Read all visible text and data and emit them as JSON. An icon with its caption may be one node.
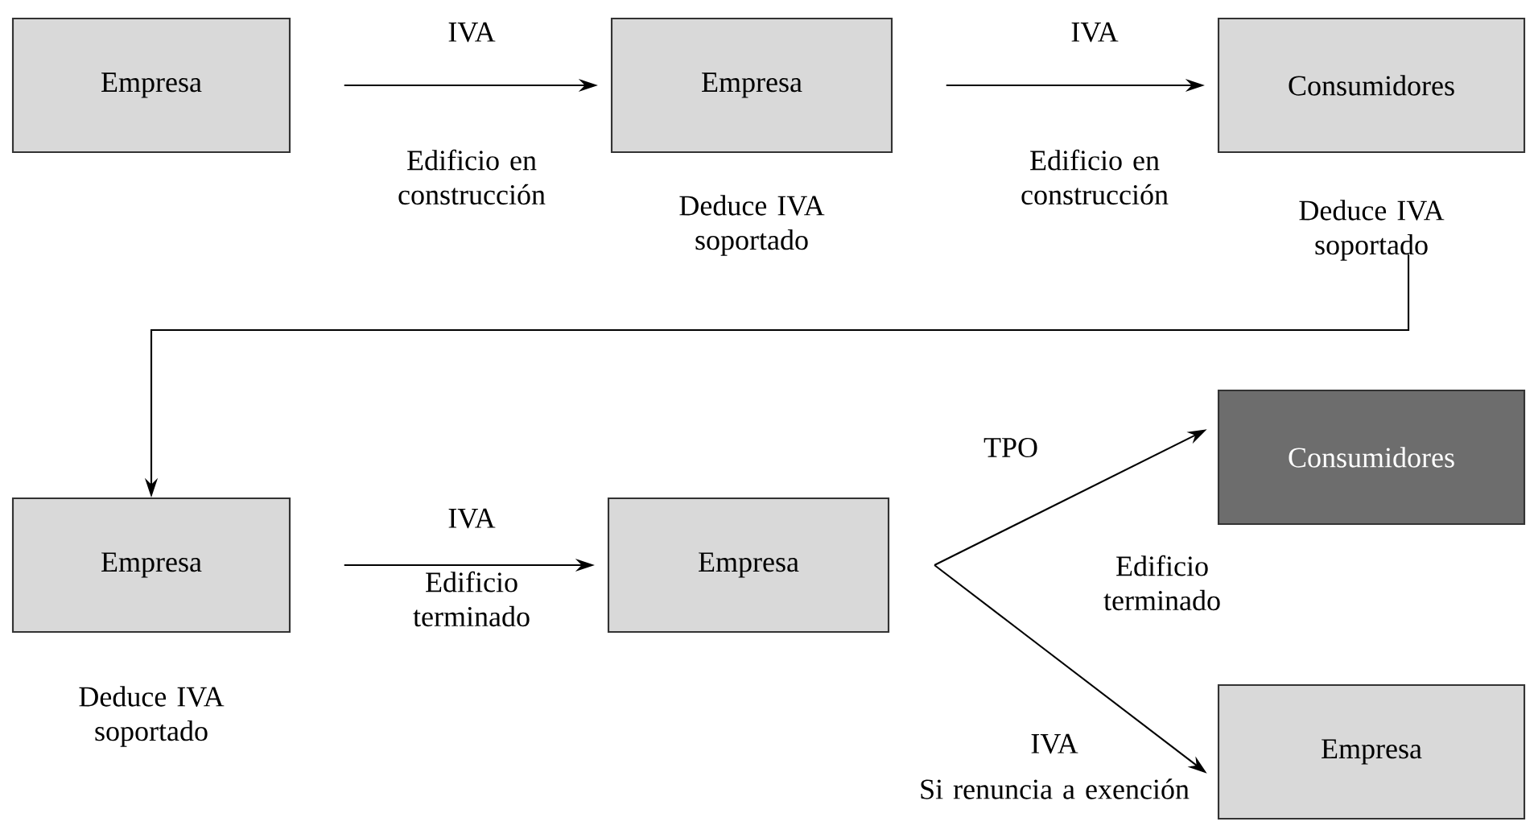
{
  "diagram": {
    "nodes": [
      {
        "text": [
          "Empresa"
        ]
      },
      {
        "text": [
          "Empresa"
        ],
        "beside": [
          "Deduce IVA soportado"
        ]
      },
      {
        "text": [
          "Consumidores"
        ],
        "beside": [
          "Deduce IVA soportado"
        ]
      },
      {
        "text": [
          "Empresa"
        ],
        "beside": [
          "Deduce IVA soportado"
        ]
      },
      {
        "text": [
          "Empresa"
        ]
      },
      {
        "text": [
          "Consumidores"
        ]
      },
      {
        "text": [
          "Empresa"
        ]
      }
    ],
    "edges": [
      {
        "from": 0,
        "to": 1,
        "arrow": "to",
        "label": "IVA"
      },
      {
        "from": 1,
        "to": 2,
        "arrow": "to",
        "label": "IVA"
      },
      {
        "from": 2,
        "to": 3,
        "arrow": "to"
      },
      {
        "from": 3,
        "to": 4,
        "arrow": "to",
        "label": "IVA"
      },
      {
        "from": 4,
        "to": 5,
        "arrow": "to",
        "label": "TPO"
      },
      {
        "from": 4,
        "to": 6,
        "arrow": "to",
        "label": "IVA"
      }
    ],
    "labels": [
      "Edificio en construcción",
      "Edificio en construcción",
      "Edificio terminado",
      "Edificio terminado",
      "Si renuncia a exención"
    ]
  }
}
